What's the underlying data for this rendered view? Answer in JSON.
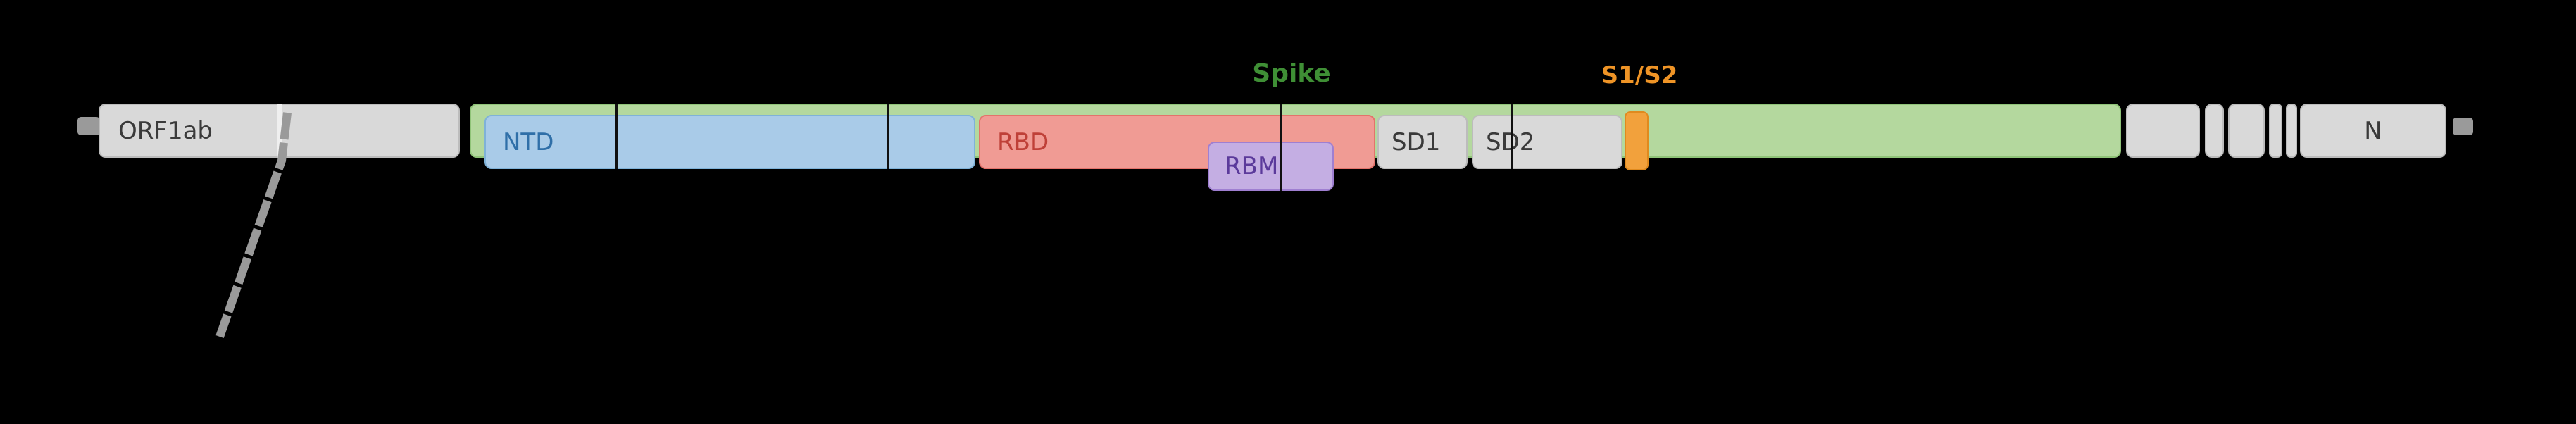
{
  "colors": {
    "background": "#000000",
    "gene-fill": "#d9d9d9",
    "gene-border": "#bcbcbc",
    "gene-text": "#3a3a3a",
    "spike-fill": "#b4d89e",
    "spike-border": "#8fc378",
    "spike-text": "#3f8f35",
    "ntd-fill": "#a9cbe8",
    "ntd-border": "#7fb2d8",
    "ntd-text": "#2f6fa8",
    "rbd-fill": "#f09b94",
    "rbd-border": "#e3736b",
    "rbd-text": "#bf4038",
    "rbm-fill": "#c4aee3",
    "rbm-border": "#9f7fd1",
    "rbm-text": "#5b3a9b",
    "s1s2-fill": "#f2a13c",
    "s1s2-border": "#e08a1e",
    "s1s2-text": "#ef9426",
    "line-gray": "#9a9a9a",
    "tick-dark": "#101010",
    "divider-white": "#efefef"
  },
  "genes": {
    "orf1ab": {
      "label": "ORF1ab"
    },
    "spike": {
      "label": "Spike"
    },
    "n": {
      "label": "N"
    }
  },
  "spike_domains": {
    "ntd": {
      "label": "NTD"
    },
    "rbd": {
      "label": "RBD"
    },
    "rbm": {
      "label": "RBM"
    },
    "sd1": {
      "label": "SD1"
    },
    "sd2": {
      "label": "SD2"
    },
    "s1s2": {
      "label": "S1/S2"
    }
  }
}
